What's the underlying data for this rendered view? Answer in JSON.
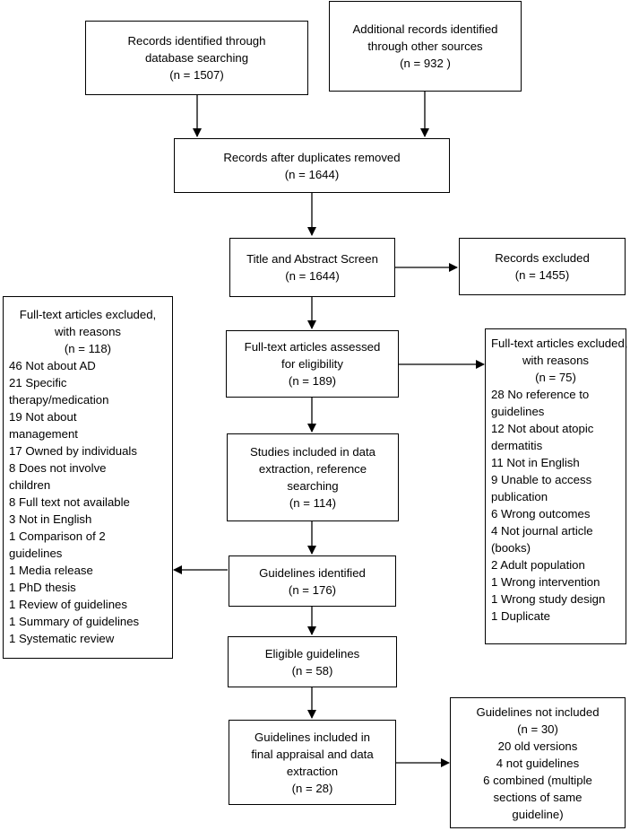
{
  "boxes": {
    "db_search": [
      "Records identified through",
      "database searching",
      "(n =  1507)"
    ],
    "other_sources": [
      "Additional records identified",
      "through other sources",
      "(n =  932 )"
    ],
    "after_dupes": [
      "Records after duplicates removed",
      "(n =  1644)"
    ],
    "screen": [
      "Title and Abstract Screen",
      "(n = 1644)"
    ],
    "records_excluded": [
      "Records excluded",
      "(n = 1455)"
    ],
    "fulltext_assessed": [
      "Full-text articles assessed",
      "for eligibility",
      "(n = 189)"
    ],
    "data_extraction": [
      "Studies included in data",
      "extraction, reference",
      "searching",
      "(n = 114)"
    ],
    "guidelines_identified": [
      "Guidelines identified",
      "(n = 176)"
    ],
    "eligible": [
      "Eligible guidelines",
      "(n = 58)"
    ],
    "included": [
      "Guidelines included in",
      "final appraisal and data",
      "extraction",
      "(n = 28)"
    ]
  },
  "excluded_left": {
    "header": [
      "Full-text articles excluded,",
      "with reasons",
      "(n = 118)"
    ],
    "items": [
      "46 Not about AD",
      "21 Specific",
      "therapy/medication",
      "19 Not about",
      "management",
      "17 Owned by individuals",
      "8 Does not involve",
      "children",
      "8 Full text not available",
      "3 Not in English",
      "1 Comparison of 2",
      "guidelines",
      "1 Media release",
      "1 PhD thesis",
      "1 Review of guidelines",
      "1 Summary of guidelines",
      "1 Systematic review"
    ]
  },
  "excluded_right": {
    "header": [
      "Full-text articles excluded,",
      "with reasons",
      "(n = 75)"
    ],
    "items": [
      "28 No reference to",
      "guidelines",
      "12 Not about atopic",
      "dermatitis",
      "11 Not in English",
      "9 Unable to access",
      "publication",
      "6 Wrong outcomes",
      "4 Not journal article",
      "(books)",
      "2 Adult population",
      "1 Wrong intervention",
      "1 Wrong study design",
      "1 Duplicate"
    ]
  },
  "not_included": [
    "Guidelines not included",
    "(n = 30)",
    "20 old versions",
    "4 not guidelines",
    "6 combined (multiple",
    "sections of same",
    "guideline)"
  ]
}
